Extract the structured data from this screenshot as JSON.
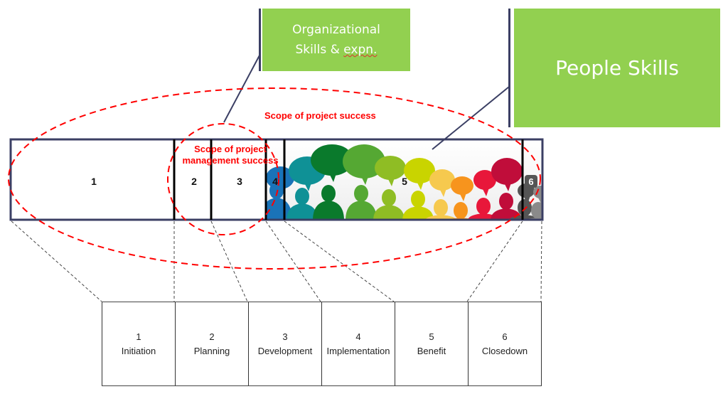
{
  "callouts": {
    "organizational": {
      "line1": "Organizational",
      "line2_a": "Skills & ",
      "line2_b": "expn."
    },
    "people": {
      "label": "People Skills"
    }
  },
  "scope_labels": {
    "project_success": "Scope of project success",
    "pm_success_line1": "Scope of project",
    "pm_success_line2": "management success"
  },
  "timeline_bar": {
    "segments": [
      "1",
      "2",
      "3",
      "4",
      "5",
      "6"
    ]
  },
  "phases": [
    {
      "number": "1",
      "name": "Initiation"
    },
    {
      "number": "2",
      "name": "Planning"
    },
    {
      "number": "3",
      "name": "Development"
    },
    {
      "number": "4",
      "name": "Implementation"
    },
    {
      "number": "5",
      "name": "Benefit"
    },
    {
      "number": "6",
      "name": "Closedown"
    }
  ],
  "colors": {
    "callout_green": "#92d050",
    "scope_red": "#ff0000",
    "bar_border": "#3b3f64",
    "people_palette": [
      "#1a73b8",
      "#0f9196",
      "#0a7a2c",
      "#55a833",
      "#8fbd24",
      "#c9d400",
      "#f6c94e",
      "#f7941d",
      "#e8173a",
      "#c00d3a",
      "#555555",
      "#8a8a8a"
    ]
  }
}
